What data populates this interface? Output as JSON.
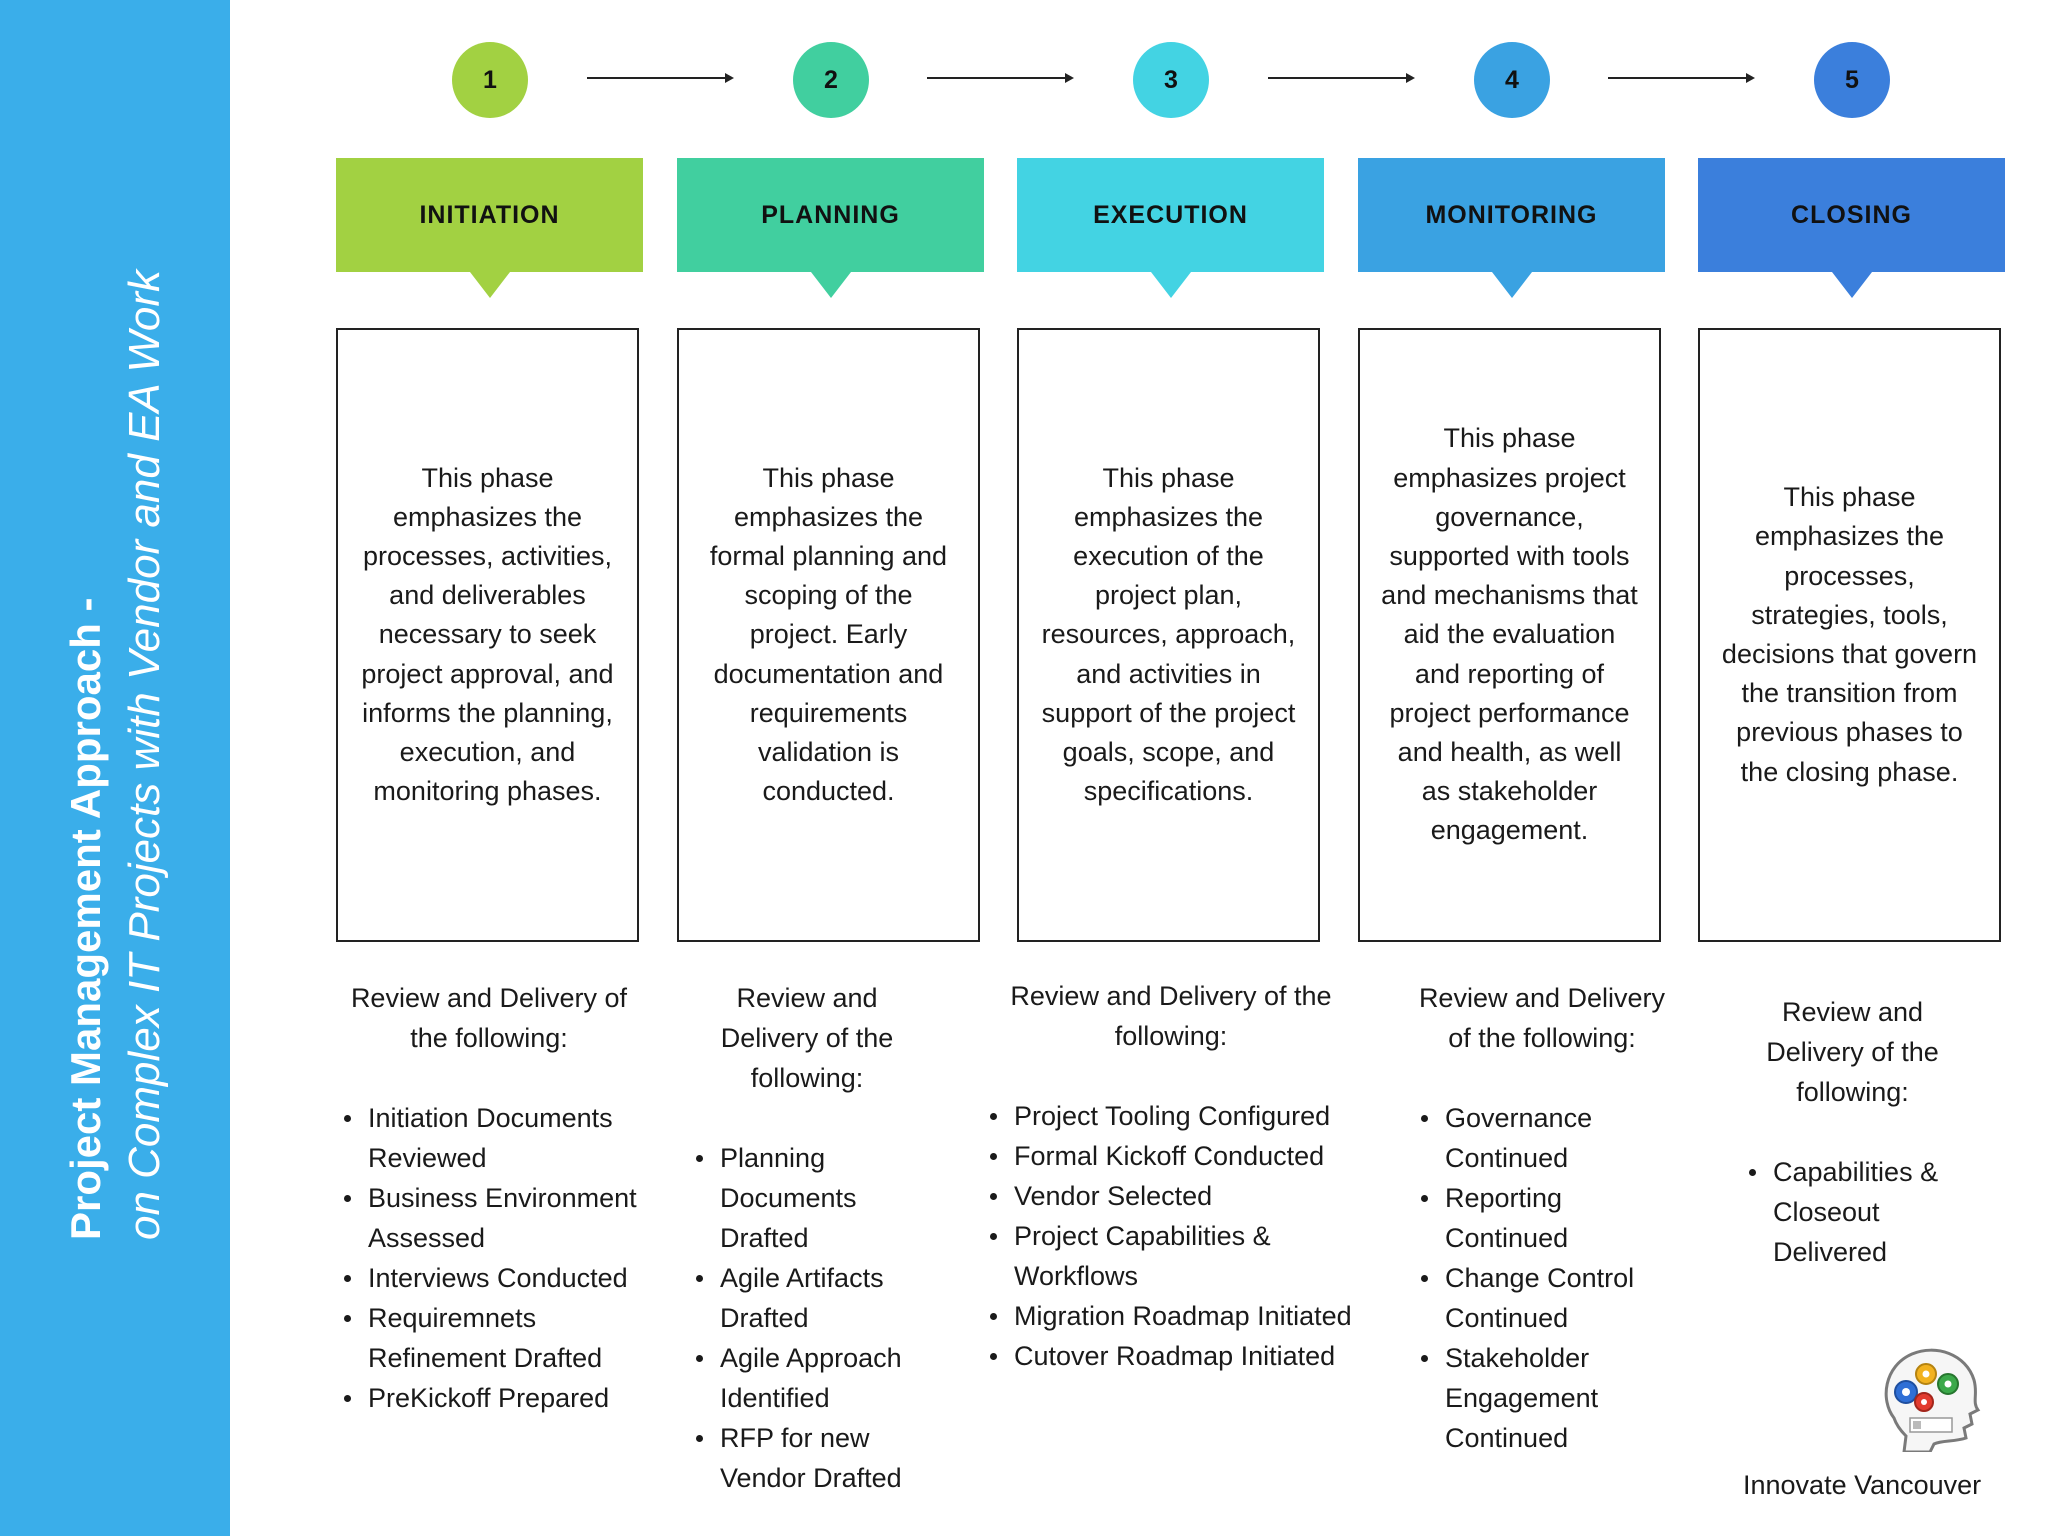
{
  "sidebar": {
    "title": "Project Management Approach -",
    "subtitle": "on Complex IT Projects with Vendor and EA Work"
  },
  "colors": {
    "sidebar": "#3aaeea",
    "initiation": "#a2d142",
    "planning": "#41cf9f",
    "execution": "#43d3e3",
    "monitoring": "#3aa2e2",
    "closing": "#3b7fdc"
  },
  "phases": [
    {
      "number": "1",
      "name": "INITIATION",
      "description": "This phase emphasizes the processes, activities, and deliverables necessary to seek project approval, and informs the planning, execution, and monitoring phases.",
      "review_intro": "Review and Delivery of the following:",
      "items": [
        "Initiation Documents Reviewed",
        "Business Environment Assessed",
        "Interviews Conducted",
        "Requiremnets Refinement Drafted",
        "PreKickoff Prepared"
      ]
    },
    {
      "number": "2",
      "name": "PLANNING",
      "description": "This phase emphasizes the formal planning and scoping of the project. Early documentation and requirements validation is conducted.",
      "review_intro": "Review and Delivery of the following:",
      "items": [
        "Planning Documents Drafted",
        "Agile Artifacts Drafted",
        "Agile Approach Identified",
        "RFP for new Vendor Drafted"
      ]
    },
    {
      "number": "3",
      "name": "EXECUTION",
      "description": "This phase emphasizes the execution of the project plan, resources, approach, and activities in support of the project goals, scope, and specifications.",
      "review_intro": "Review and Delivery of the following:",
      "items": [
        "Project Tooling Configured",
        "Formal Kickoff Conducted",
        "Vendor Selected",
        "Project Capabilities & Workflows",
        "Migration Roadmap Initiated",
        "Cutover Roadmap Initiated"
      ]
    },
    {
      "number": "4",
      "name": "MONITORING",
      "description": "This phase emphasizes project governance, supported with tools and mechanisms that aid the evaluation and reporting of project performance and health, as well as stakeholder engagement.",
      "review_intro": "Review and Delivery of the following:",
      "items": [
        "Governance Continued",
        "Reporting Continued",
        "Change Control Continued",
        "Stakeholder Engagement Continued"
      ]
    },
    {
      "number": "5",
      "name": "CLOSING",
      "description": "This phase emphasizes the processes, strategies, tools, decisions that govern the transition from previous phases to the closing phase.",
      "review_intro": "Review and Delivery of the following:",
      "items": [
        "Capabilities & Closeout Delivered"
      ]
    }
  ],
  "brand": {
    "name": "Innovate Vancouver",
    "logo_icon": "head-with-gears-logo"
  }
}
